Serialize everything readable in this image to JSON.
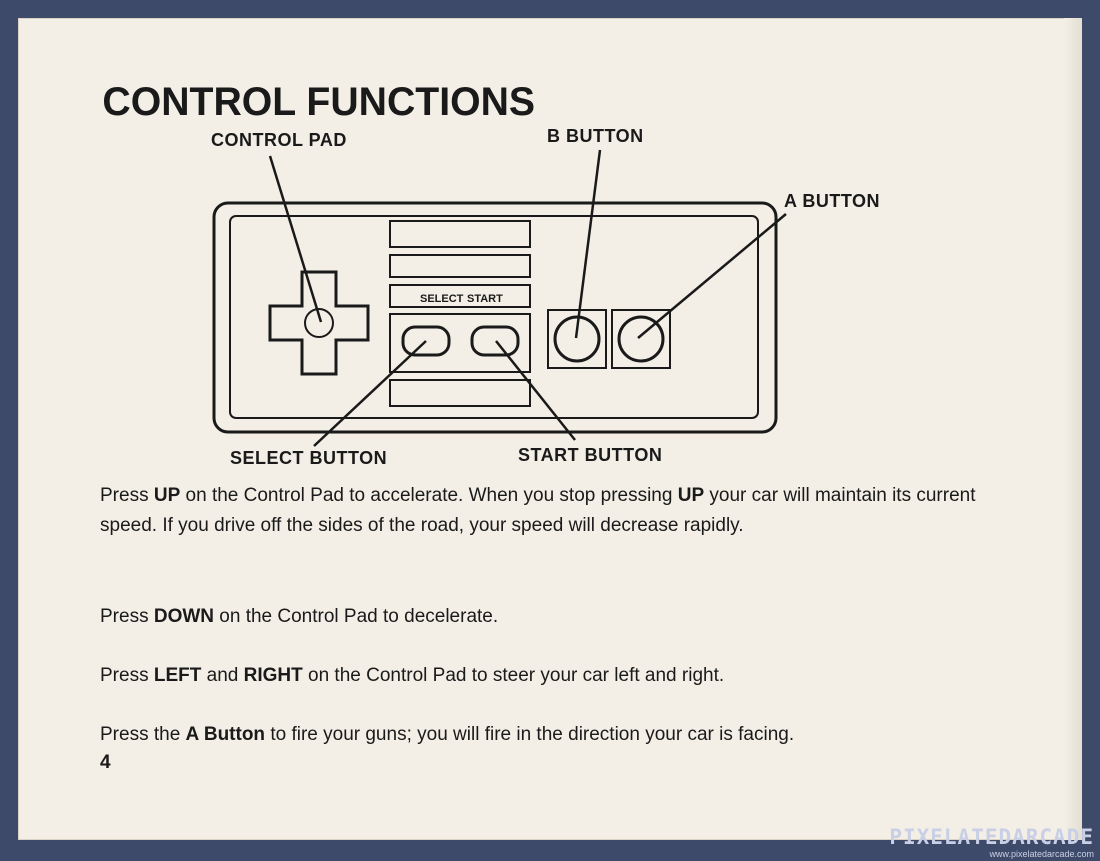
{
  "heading": "CONTROL FUNCTIONS",
  "diagram": {
    "control_pad_label": "CONTROL PAD",
    "b_button_label": "B BUTTON",
    "a_button_label": "A BUTTON",
    "select_button_label": "SELECT BUTTON",
    "start_button_label": "START BUTTON",
    "select_text": "SELECT",
    "start_text": "START"
  },
  "instructions": [
    {
      "pre": "Press ",
      "k1": "UP",
      "mid": " on the Control Pad to accelerate. When you stop pressing ",
      "k2": "UP",
      "post": " your car will maintain its current speed. If you drive off the sides of the road, your speed will decrease rapidly."
    },
    {
      "pre": "Press ",
      "k1": "DOWN",
      "post": " on the Control Pad to decelerate."
    },
    {
      "pre": "Press ",
      "k1": "LEFT",
      "mid": " and ",
      "k2": "RIGHT",
      "post": " on the Control Pad to steer your car left and right."
    },
    {
      "pre": "Press the ",
      "k1": "A Button",
      "post": " to fire your guns; you will fire in the direction your car is facing."
    }
  ],
  "page_number": "4",
  "watermark": {
    "name": "PIXELATEDARCADE",
    "url": "www.pixelatedarcade.com"
  }
}
